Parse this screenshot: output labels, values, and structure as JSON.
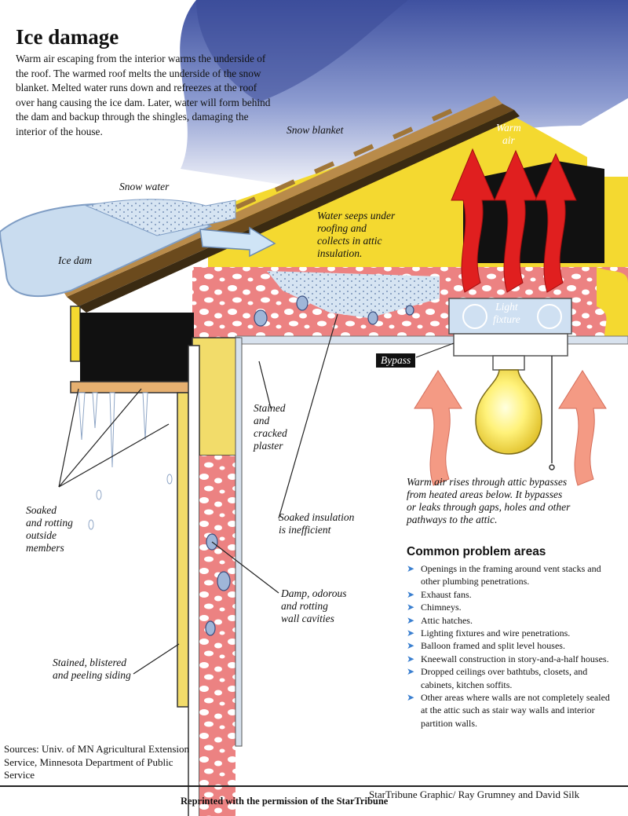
{
  "title": "Ice damage",
  "intro": "Warm air escaping from the interior warms the underside of the roof.  The warmed roof melts the underside of the snow blanket.  Melted water runs down and refreezes at the roof over hang causing the ice dam.  Later, water will form behind the dam and backup through the shingles, damaging the interior of the house.",
  "labels": {
    "snow_blanket": "Snow blanket",
    "warm_air": "Warm\nair",
    "snow_water": "Snow water",
    "water_seeps": "Water seeps under\nroofing and\ncollects  in attic\ninsulation.",
    "ice_dam": "Ice dam",
    "light_fixture": "Light\nfixture",
    "bypass": "Bypass",
    "stained_plaster": "Stained\nand\ncracked\nplaster",
    "soaked_members": "Soaked\nand rotting\noutside\nmembers",
    "soaked_insulation": "Soaked insulation\nis inefficient",
    "damp_cavities": "Damp, odorous\nand rotting\nwall cavities",
    "stained_siding": "Stained, blistered\nand peeling siding",
    "warm_air_rises": "Warm air rises through attic bypasses\nfrom heated areas below.  It bypasses\nor leaks through gaps, holes and other\npathways to the attic."
  },
  "problems": {
    "title": "Common problem areas",
    "items": [
      "Openings in the framing around vent stacks and other plumbing penetrations.",
      "Exhaust fans.",
      "Chimneys.",
      "Attic hatches.",
      "Lighting fixtures and wire penetrations.",
      "Balloon framed and split level houses.",
      "Kneewall construction in story-and-a-half houses.",
      "Dropped ceilings over bathtubs, closets, and cabinets, kitchen soffits.",
      "Other areas where walls are not completely sealed at the attic such as stair way walls and interior partition walls."
    ]
  },
  "sources": "Sources: Univ. of MN Agricultural Extension Service, Minnesota Department of Public Service",
  "credit": "StarTribune Graphic/ Ray Grumney and David Silk",
  "reprint": "Reprinted with the permission of the StarTribune",
  "colors": {
    "sky_blue": "#4a5ea8",
    "attic_yellow": "#f4d930",
    "insulation_pink": "#e87a7a",
    "warm_air_red": "#e01f1f",
    "rising_air_pink": "#f49a84",
    "wall_yellow": "#f2dc6a",
    "ice_blue": "#cfe0f0"
  }
}
